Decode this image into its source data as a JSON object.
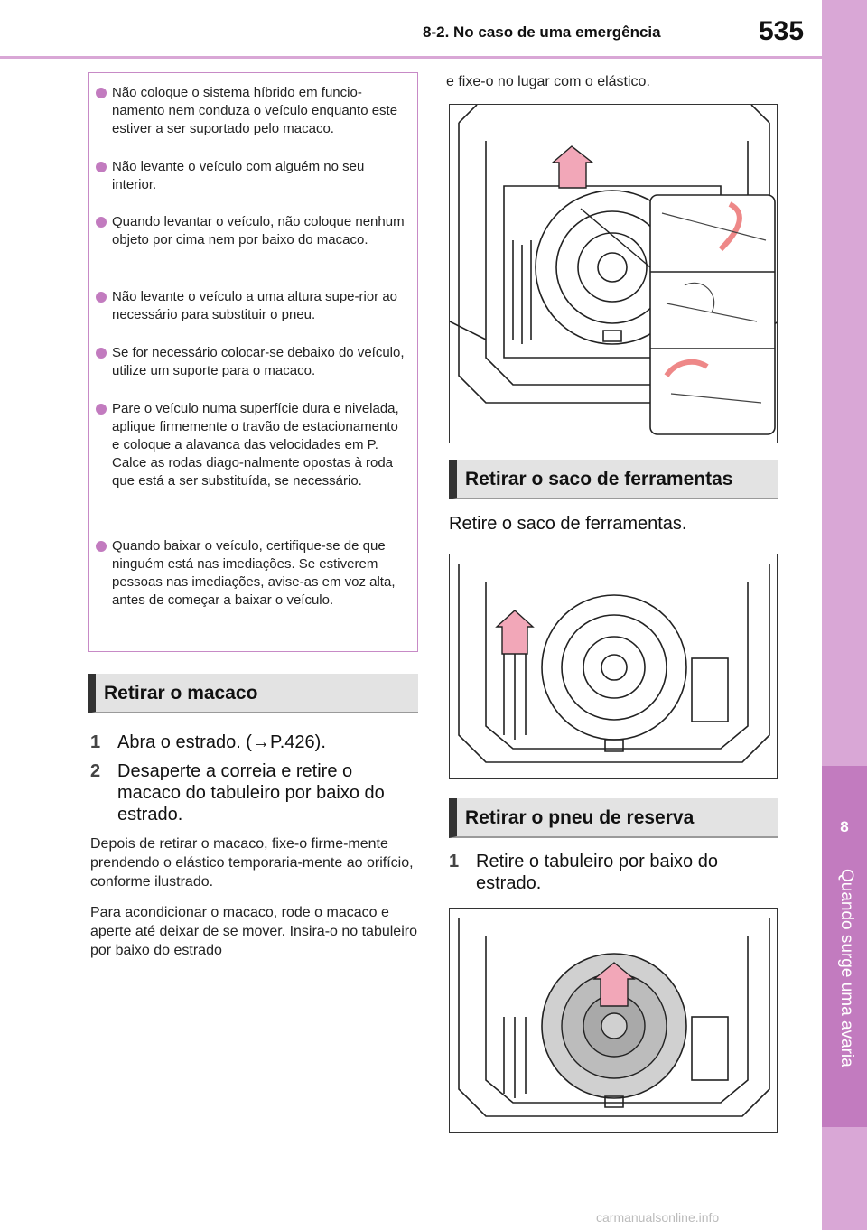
{
  "header": {
    "section_title": "8-2. No caso de uma emergência",
    "page_number": "535"
  },
  "side_tab": {
    "chapter_number": "8",
    "chapter_title": "Quando surge uma avaria"
  },
  "warnings": [
    "Não coloque o sistema híbrido em funcio-namento nem conduza o veículo enquanto este estiver a ser suportado pelo macaco.",
    "Não levante o veículo com alguém no seu interior.",
    "Quando levantar o veículo, não coloque nenhum objeto por cima nem por baixo do macaco.",
    "Não levante o veículo a uma altura supe-rior ao necessário para substituir o pneu.",
    "Se for necessário colocar-se debaixo do veículo, utilize um suporte para o macaco.",
    "Pare o veículo numa superfície dura e nivelada, aplique firmemente o travão de estacionamento e coloque a alavanca das velocidades em P. Calce as rodas diago-nalmente opostas à roda que está a ser substituída, se necessário.",
    "Quando baixar o veículo, certifique-se de que ninguém está nas imediações. Se estiverem pessoas nas imediações, avise-as em voz alta, antes de começar a baixar o veículo."
  ],
  "sections": {
    "remove_jack": {
      "heading": "Retirar o macaco",
      "steps": [
        {
          "num": "1",
          "text": "Abra o estrado. (→P.426)."
        },
        {
          "num": "2",
          "text": "Desaperte a correia e retire o macaco do tabuleiro por baixo do estrado."
        }
      ],
      "paragraphs": [
        "Depois de retirar o macaco, fixe-o firme-mente prendendo o elástico temporaria-mente ao orifício, conforme ilustrado.",
        "Para acondicionar o macaco, rode o macaco e aperte até deixar de se mover. Insira-o no tabuleiro por baixo do estrado"
      ],
      "continuation": "e fixe-o no lugar com o elástico."
    },
    "remove_tool_bag": {
      "heading": "Retirar o saco de ferramentas",
      "text": "Retire o saco de ferramentas."
    },
    "remove_spare_tire": {
      "heading": "Retirar o pneu de reserva",
      "steps": [
        {
          "num": "1",
          "text": "Retire o tabuleiro por baixo do estrado."
        }
      ]
    }
  },
  "watermark": "carmanualsonline.info",
  "colors": {
    "accent": "#c27bbf",
    "accent_light": "#d9a7d6",
    "heading_bg": "#e3e3e3",
    "arrow_fill": "#f2a7b8"
  }
}
